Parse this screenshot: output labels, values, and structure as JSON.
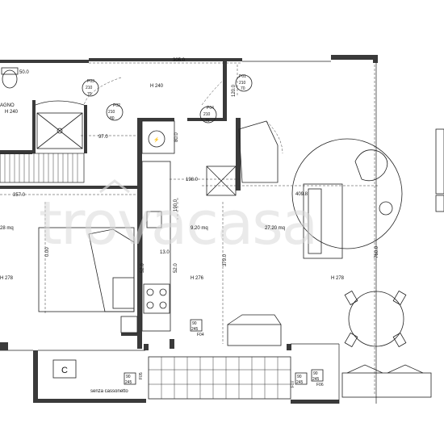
{
  "watermark": {
    "text": "trovacasa"
  },
  "rooms": {
    "bath_name": "AGNO",
    "bath_height": "H 240",
    "corridor_height": "H 240",
    "kitchen_area": "9.20 mq",
    "living_area": "27.20 mq",
    "bedroom_area": "28 mq",
    "bedroom_height": "H 278",
    "kitchen_height": "H 276",
    "living_height": "H 278",
    "storage_label": "C",
    "balcony_note": "senza cassonetto"
  },
  "dimensions": {
    "top_width": "305.0",
    "bath_width": "50.0",
    "corridor_vert": "120.0",
    "hall_width": "97.0",
    "cab_depth": "80.0",
    "kitchen_span": "198.0",
    "bedroom_width": "357.0",
    "kitchen_vert": "190.0",
    "living_diag": "409.8",
    "bedroom_vert": "0.00",
    "kitchen_mid": "13.0",
    "kitchen_small1": "52.0",
    "kitchen_small2": "52.0",
    "kitchen_long": "379.0",
    "living_vert": "760.0"
  },
  "doors": [
    {
      "code": "P01",
      "w": "210",
      "h": "70"
    },
    {
      "code": "P02",
      "w": "210",
      "h": "80"
    },
    {
      "code": "P03",
      "w": "210",
      "h": "70"
    },
    {
      "code": "P04",
      "w": "210",
      "h": "70"
    }
  ],
  "windows": [
    {
      "code": "F04",
      "w": "90",
      "h": "245"
    },
    {
      "code": "F05",
      "w": "90",
      "h": "245"
    },
    {
      "code": "F06",
      "w": "90",
      "h": "245"
    },
    {
      "code": "F07",
      "w": "90",
      "h": "245"
    }
  ]
}
